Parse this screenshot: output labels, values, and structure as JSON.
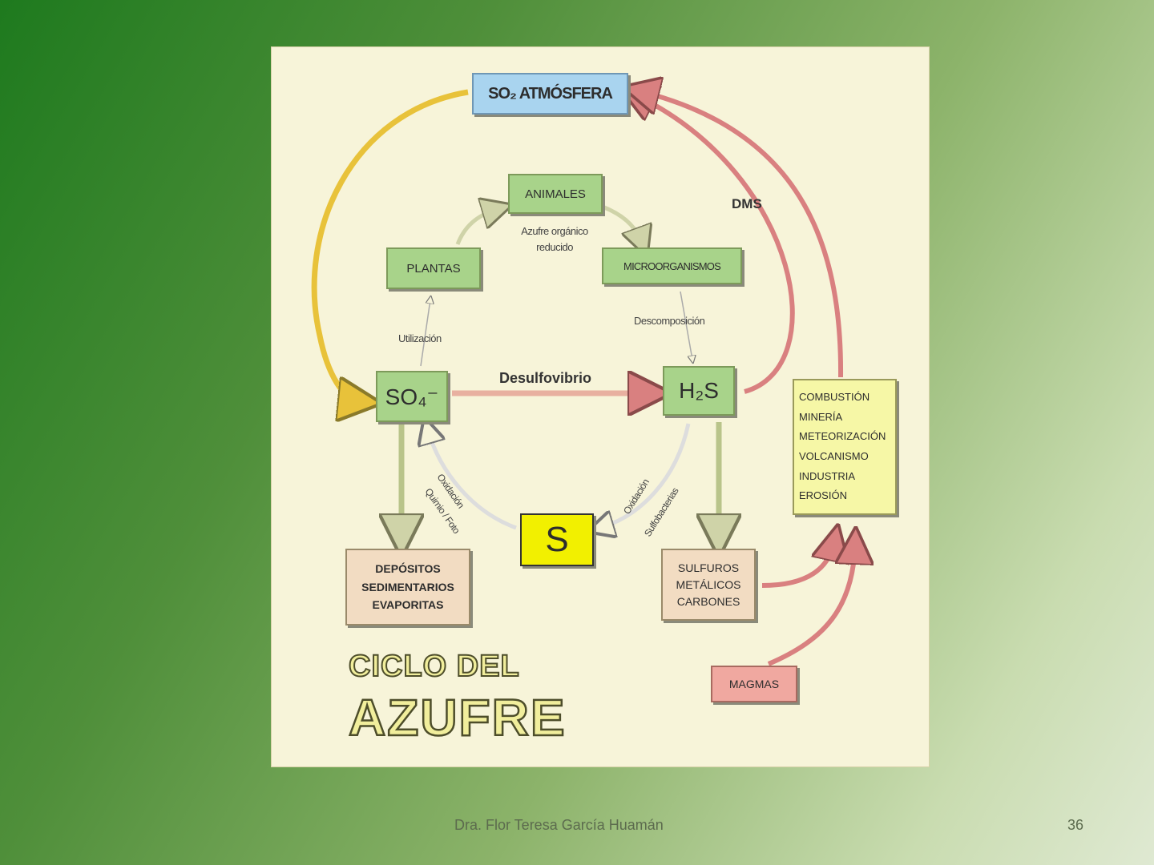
{
  "diagram": {
    "nodes": {
      "so2_atmosfera": "SO₂ ATMÓSFERA",
      "animales": "ANIMALES",
      "plantas": "PLANTAS",
      "microorganismos": "MICROORGANISMOS",
      "so4": "SO₄⁻",
      "h2s": "H₂S",
      "s": "S",
      "depositos": "DEPÓSITOS SEDIMENTARIOS EVAPORITAS",
      "sulfuros": "SULFUROS METÁLICOS CARBONES",
      "combustion": "COMBUSTIÓN MINERÍA METEORIZACIÓN VOLCANISMO INDUSTRIA EROSIÓN",
      "magmas": "MAGMAS"
    },
    "labels": {
      "azufre_organico": "Azufre orgánico reducido",
      "utilizacion": "Utilización",
      "descomposicion": "Descomposición",
      "desulfovibrio": "Desulfovibrio",
      "dms": "DMS",
      "oxidacion_left": "Oxidación",
      "quimio_foto": "Quimio / Foto",
      "oxidacion_right": "Oxidación",
      "sulfobacterias": "Sulfobacterias"
    },
    "title_line1": "CICLO DEL",
    "title_line2": "AZUFRE",
    "colors": {
      "yellow_arrow": "#e8c23a",
      "red_arrow": "#d98080",
      "green_arrow": "#b9c48a"
    }
  },
  "footer": {
    "author": "Dra. Flor Teresa García Huamán",
    "page": "36"
  }
}
